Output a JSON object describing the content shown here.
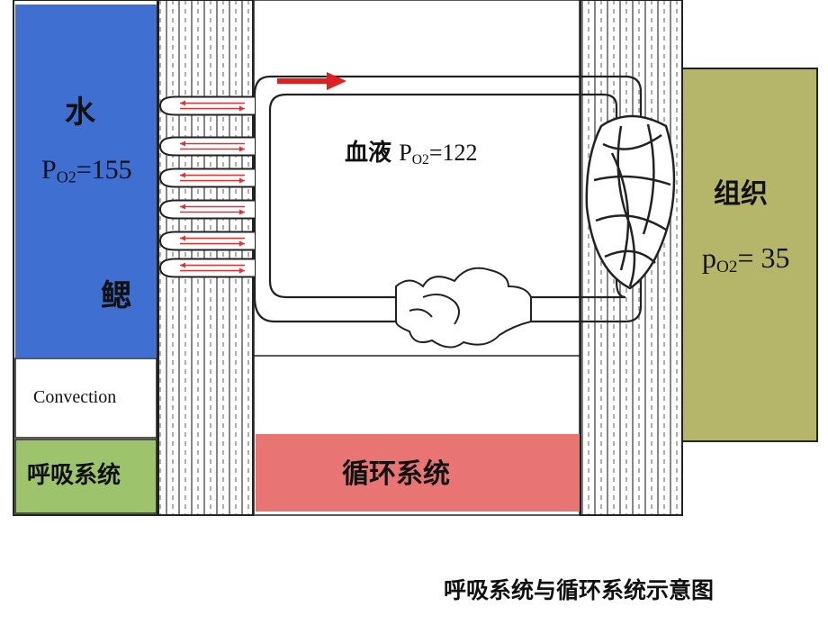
{
  "water": {
    "title": "水",
    "po2_symbol": "P",
    "po2_sub": "O",
    "po2_sub_num": "2",
    "po2_value": "=155",
    "gill_label": "鳃",
    "color": "#3f6fd0"
  },
  "convection_label": "Convection",
  "respiratory_system_label": "呼吸系统",
  "blood": {
    "label": "血液",
    "po2_symbol": "P",
    "po2_sub": "O",
    "po2_sub_num": "2",
    "po2_value": "=122"
  },
  "tissue": {
    "label": "组织",
    "po2_symbol": "p",
    "po2_sub": "O",
    "po2_sub_num": "2",
    "po2_value": "= 35",
    "color": "#b5b66a"
  },
  "circulatory_system_label": "循环系统",
  "caption": "呼吸系统与循环系统示意图",
  "colors": {
    "respiratory_box": "#9dc46c",
    "circulatory_box": "#e87474",
    "flow_arrow": "#e02020",
    "gill_arrows": "#e03030"
  }
}
